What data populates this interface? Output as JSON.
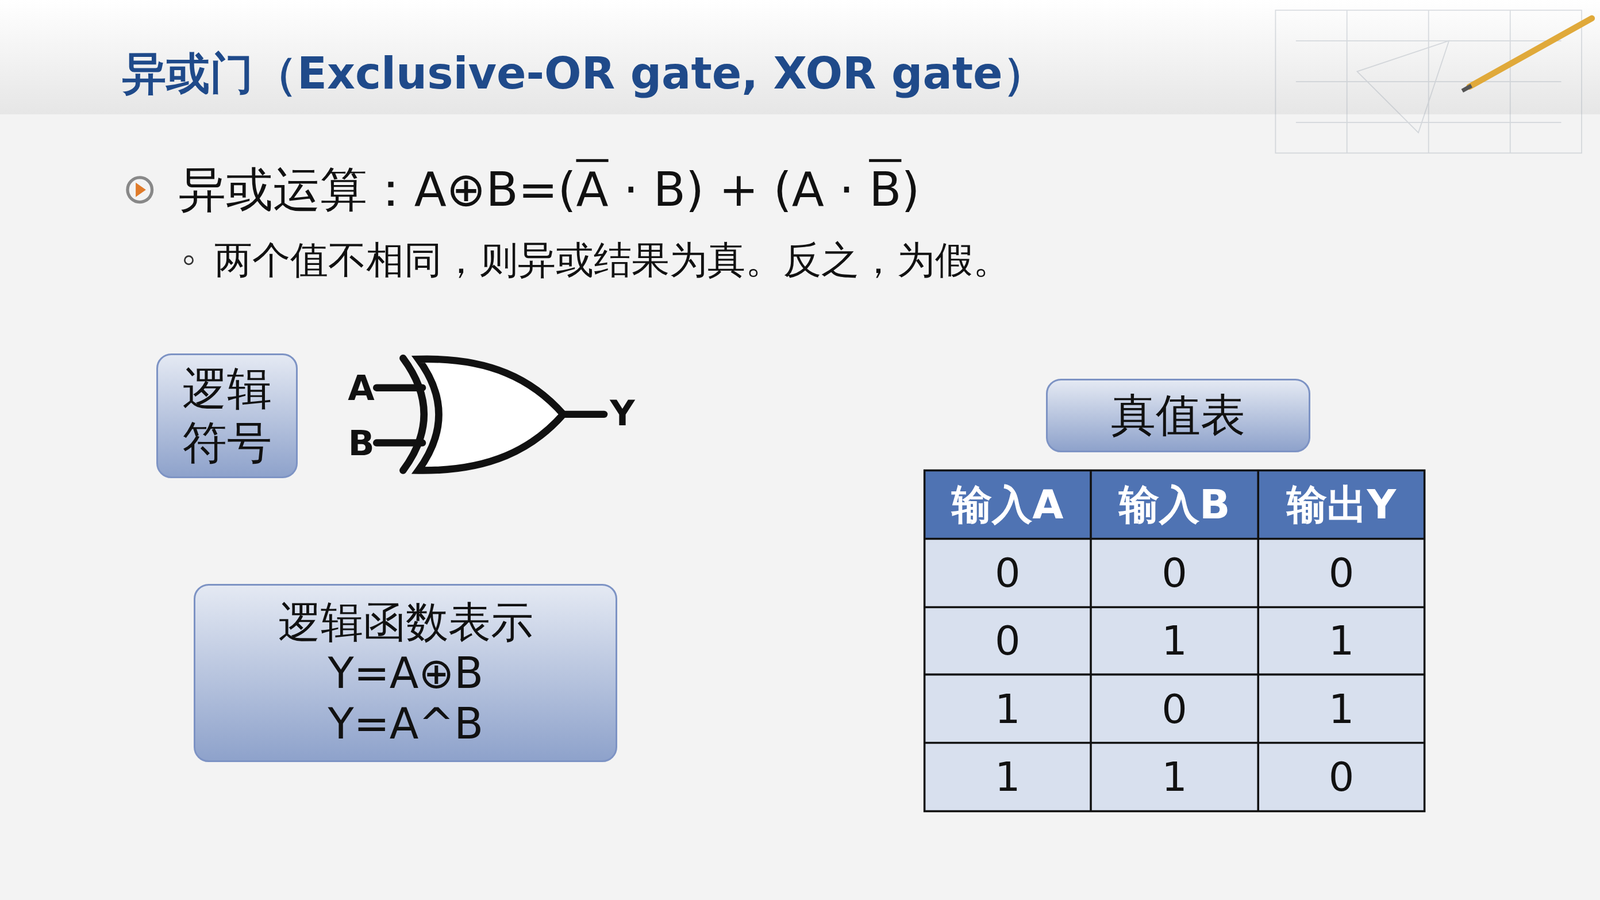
{
  "diagram": {
    "title": "异或门（Exclusive-OR gate, XOR gate）",
    "nodes": [
      {
        "text": [
          "逻辑符号"
        ]
      },
      {
        "text": [
          "真值表"
        ]
      },
      {
        "text": [
          "逻辑函数表示",
          "Y=A⊕B",
          "Y=A^B"
        ]
      }
    ],
    "labels": [
      "异或运算：A⊕B=(",
      "A",
      " · B) + (A · ",
      "B",
      ")",
      "两个值不相同，则异或结果为真。反之，为假。",
      "A",
      "B",
      "Y",
      "输入A",
      "输入B",
      "输出Y",
      "0",
      "0",
      "0",
      "0",
      "1",
      "1",
      "1",
      "0",
      "1",
      "1",
      "1",
      "0"
    ]
  }
}
